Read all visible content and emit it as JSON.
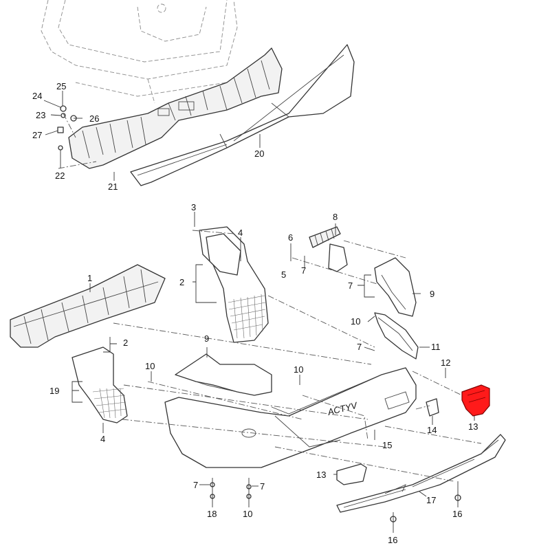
{
  "diagram": {
    "labels": [
      {
        "id": "l25",
        "text": "25"
      },
      {
        "id": "l24",
        "text": "24"
      },
      {
        "id": "l23",
        "text": "23"
      },
      {
        "id": "l26",
        "text": "26"
      },
      {
        "id": "l27",
        "text": "27"
      },
      {
        "id": "l22",
        "text": "22"
      },
      {
        "id": "l21",
        "text": "21"
      },
      {
        "id": "l20",
        "text": "20"
      },
      {
        "id": "l3",
        "text": "3"
      },
      {
        "id": "l4a",
        "text": "4"
      },
      {
        "id": "l8",
        "text": "8"
      },
      {
        "id": "l6",
        "text": "6"
      },
      {
        "id": "l5",
        "text": "5"
      },
      {
        "id": "l7a",
        "text": "7"
      },
      {
        "id": "l1",
        "text": "1"
      },
      {
        "id": "l2a",
        "text": "2"
      },
      {
        "id": "l7b",
        "text": "7"
      },
      {
        "id": "l9a",
        "text": "9"
      },
      {
        "id": "l10a",
        "text": "10"
      },
      {
        "id": "l7c",
        "text": "7"
      },
      {
        "id": "l11",
        "text": "11"
      },
      {
        "id": "l2b",
        "text": "2"
      },
      {
        "id": "l9b",
        "text": "9"
      },
      {
        "id": "l19",
        "text": "19"
      },
      {
        "id": "l4b",
        "text": "4"
      },
      {
        "id": "l10b",
        "text": "10"
      },
      {
        "id": "l10c",
        "text": "10"
      },
      {
        "id": "l12",
        "text": "12"
      },
      {
        "id": "l13a",
        "text": "13"
      },
      {
        "id": "l14",
        "text": "14"
      },
      {
        "id": "l15",
        "text": "15"
      },
      {
        "id": "l13b",
        "text": "13"
      },
      {
        "id": "l7d",
        "text": "7"
      },
      {
        "id": "l7e",
        "text": "7"
      },
      {
        "id": "l17",
        "text": "17"
      },
      {
        "id": "l18",
        "text": "18"
      },
      {
        "id": "l10d",
        "text": "10"
      },
      {
        "id": "l16a",
        "text": "16"
      },
      {
        "id": "l16b",
        "text": "16"
      }
    ],
    "emblem_text": "ACTYV",
    "colors": {
      "highlight": "#ff1a1a",
      "line": "#333333",
      "background": "#ffffff"
    }
  }
}
